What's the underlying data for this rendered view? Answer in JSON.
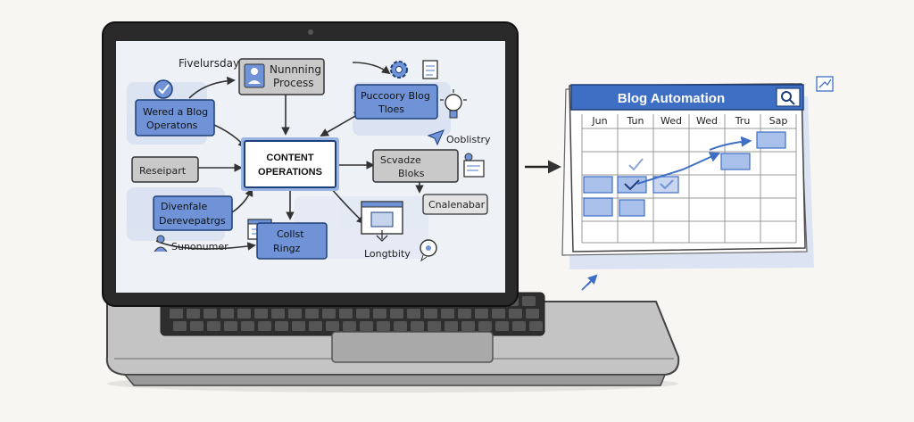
{
  "flowchart": {
    "center": [
      "CONTENT",
      "OPERATIONS"
    ],
    "node_top_label": "Fivelursday",
    "node_planning": [
      "Nunnning",
      "Process"
    ],
    "node_blog_ops": [
      "Wered a Blog",
      "Operatons"
    ],
    "node_blog_tiles": [
      "Puccoory Blog",
      "Tloes"
    ],
    "node_research": "Reseipart",
    "node_schedule": [
      "Scvadze",
      "Bloks"
    ],
    "node_visibility": "Ooblistry",
    "node_calendar": "Cnalenabar",
    "node_deliverables": [
      "Divenfale",
      "Derevepatrgs"
    ],
    "node_summary": "Sunonumer",
    "node_content_rings": [
      "Collst",
      "Ringz"
    ],
    "node_longevity": "Longtbity"
  },
  "calendar": {
    "title": "Blog Automation",
    "search_icon": "search-icon",
    "days": [
      "Jun",
      "Tun",
      "Wed",
      "Wed",
      "Tru",
      "Sap"
    ]
  },
  "colors": {
    "accent_blue": "#3f6fc4",
    "node_fill_blue": "#6f93d6",
    "node_fill_gray": "#c9c9c9",
    "laptop_body": "#bdbdbd",
    "screen_bezel": "#2a2a2a"
  }
}
